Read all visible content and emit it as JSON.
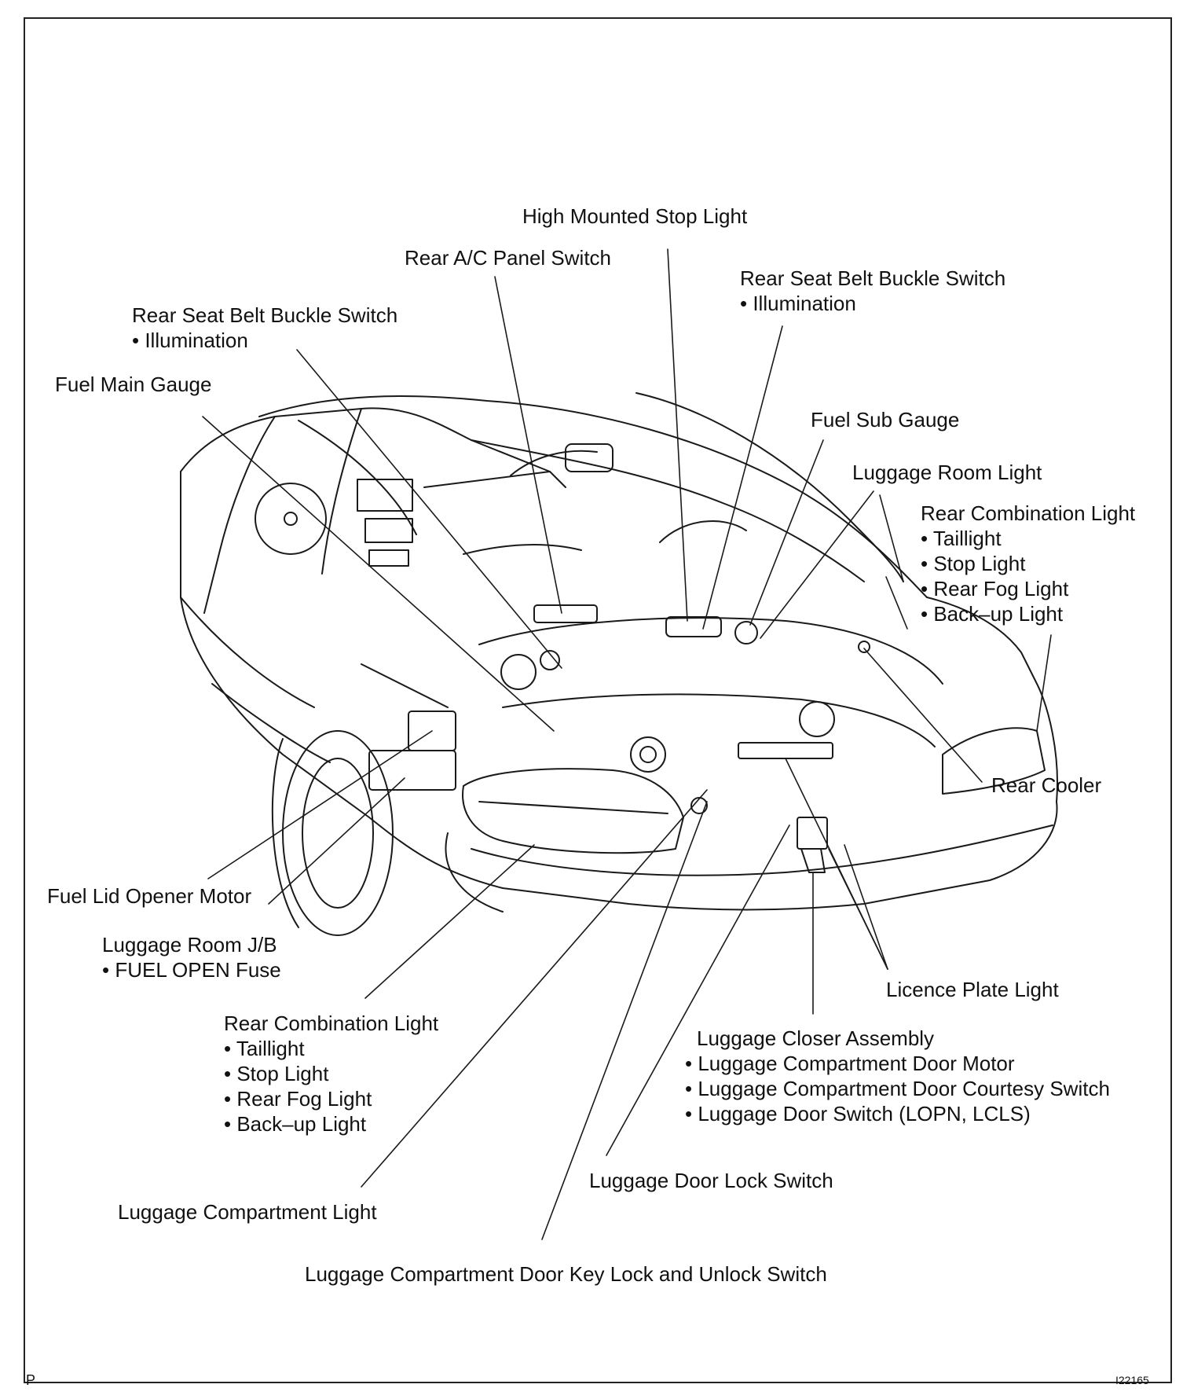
{
  "labels": {
    "high_mounted_stop_light": "High Mounted Stop Light",
    "rear_ac_panel_switch": "Rear A/C Panel Switch",
    "rear_seat_belt_left": {
      "title": "Rear Seat Belt Buckle Switch",
      "items": [
        "• Illumination"
      ]
    },
    "rear_seat_belt_right": {
      "title": "Rear Seat Belt Buckle Switch",
      "items": [
        "• Illumination"
      ]
    },
    "fuel_main_gauge": "Fuel Main Gauge",
    "fuel_sub_gauge": "Fuel Sub Gauge",
    "luggage_room_light": "Luggage Room Light",
    "rear_combination_right": {
      "title": "Rear Combination Light",
      "items": [
        "• Taillight",
        "• Stop Light",
        "• Rear Fog Light",
        "• Back–up Light"
      ]
    },
    "rear_cooler": "Rear Cooler",
    "fuel_lid_opener_motor": "Fuel Lid Opener Motor",
    "luggage_room_jb": {
      "title": "Luggage Room J/B",
      "items": [
        "• FUEL OPEN Fuse"
      ]
    },
    "licence_plate_light": "Licence Plate Light",
    "rear_combination_left": {
      "title": "Rear Combination Light",
      "items": [
        "• Taillight",
        "• Stop Light",
        "• Rear Fog Light",
        "• Back–up Light"
      ]
    },
    "luggage_closer_assembly": {
      "title": "Luggage Closer Assembly",
      "items": [
        "• Luggage Compartment Door Motor",
        "• Luggage Compartment Door Courtesy Switch",
        "• Luggage Door Switch (LOPN, LCLS)"
      ]
    },
    "luggage_door_lock_switch": "Luggage Door Lock Switch",
    "luggage_compartment_light": "Luggage Compartment Light",
    "key_lock_unlock_switch": "Luggage Compartment Door Key Lock and Unlock Switch"
  },
  "corner_left": "P",
  "figure_id": "I22165"
}
